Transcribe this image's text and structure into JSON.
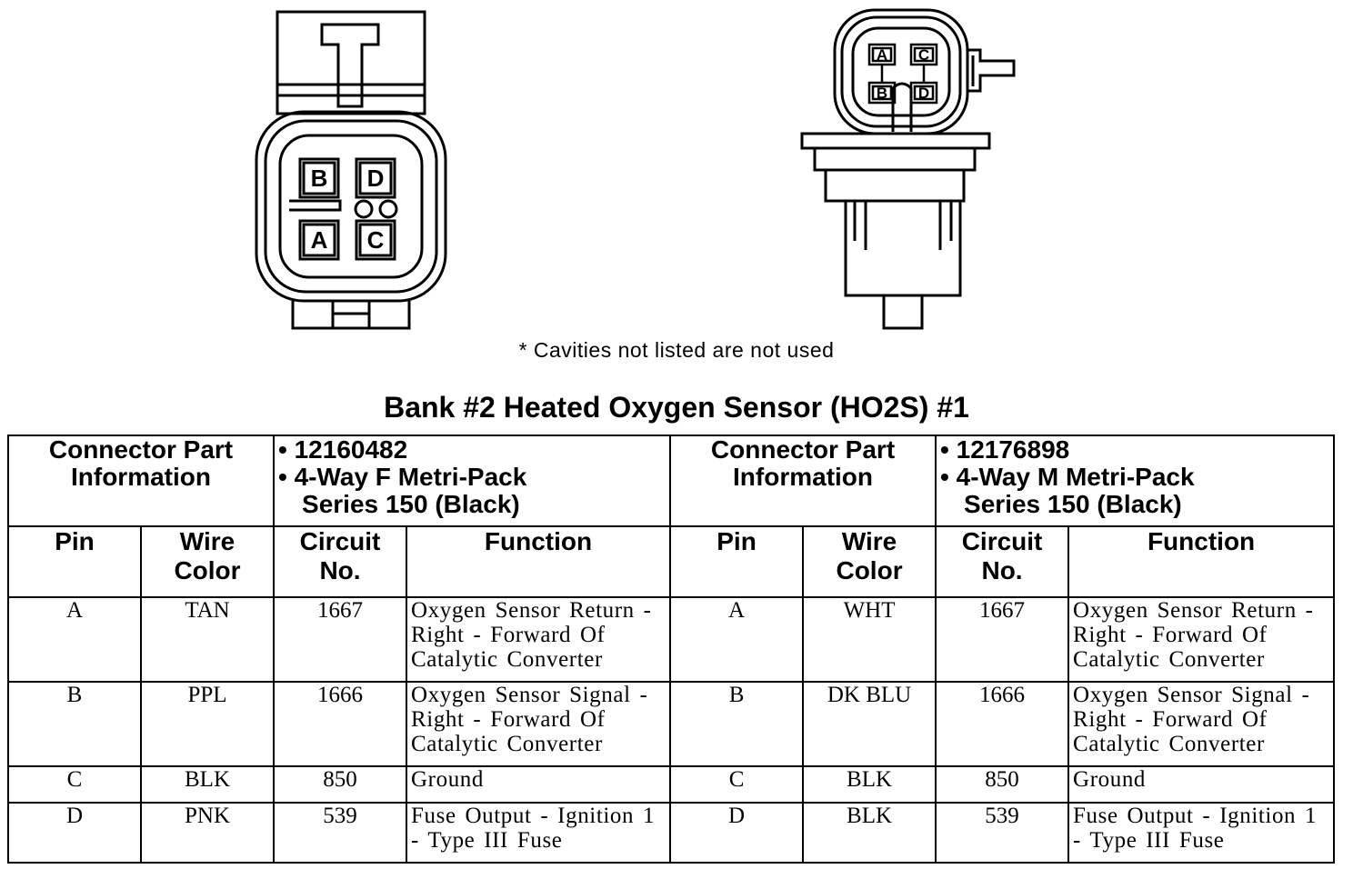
{
  "left_connector": {
    "cavities": {
      "top_left": "B",
      "top_right": "D",
      "bottom_left": "A",
      "bottom_right": "C"
    }
  },
  "right_connector": {
    "cavities": {
      "top_left": "A",
      "top_right": "C",
      "bottom_left": "B",
      "bottom_right": "D"
    }
  },
  "note": "* Cavities not listed are not used",
  "title": "Bank #2 Heated Oxygen Sensor (HO2S) #1",
  "table": {
    "connector_label": "Connector Part Information",
    "left_info": [
      "• 12160482",
      "• 4-Way F Metri-Pack",
      "Series 150 (Black)"
    ],
    "right_info": [
      "• 12176898",
      "• 4-Way M Metri-Pack",
      "Series 150 (Black)"
    ],
    "headers": {
      "pin": "Pin",
      "wire_color": "Wire Color",
      "circuit_no": "Circuit No.",
      "function": "Function"
    },
    "left_rows": [
      {
        "pin": "A",
        "wire": "TAN",
        "circuit": "1667",
        "function": "Oxygen Sensor Return - Right - Forward Of Catalytic Converter"
      },
      {
        "pin": "B",
        "wire": "PPL",
        "circuit": "1666",
        "function": "Oxygen Sensor Signal - Right - Forward Of Catalytic Converter"
      },
      {
        "pin": "C",
        "wire": "BLK",
        "circuit": "850",
        "function": "Ground"
      },
      {
        "pin": "D",
        "wire": "PNK",
        "circuit": "539",
        "function": "Fuse Output - Ignition 1 - Type III Fuse"
      }
    ],
    "right_rows": [
      {
        "pin": "A",
        "wire": "WHT",
        "circuit": "1667",
        "function": "Oxygen Sensor Return - Right - Forward Of Catalytic Converter"
      },
      {
        "pin": "B",
        "wire": "DK BLU",
        "circuit": "1666",
        "function": "Oxygen Sensor Signal - Right - Forward Of Catalytic Converter"
      },
      {
        "pin": "C",
        "wire": "BLK",
        "circuit": "850",
        "function": "Ground"
      },
      {
        "pin": "D",
        "wire": "BLK",
        "circuit": "539",
        "function": "Fuse Output - Ignition 1 - Type III Fuse"
      }
    ]
  }
}
